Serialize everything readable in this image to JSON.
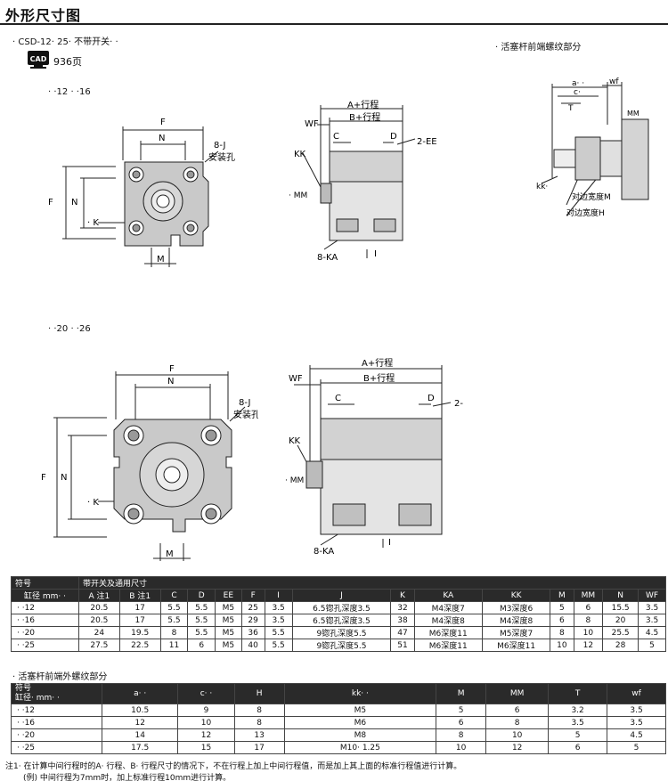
{
  "page": {
    "title": "外形尺寸图",
    "model_line": "· CSD-12· 25· 不带开关· ·",
    "cad_label": "CAD",
    "cad_page": "936页",
    "rod_section_title": "· 活塞杆前端螺纹部分",
    "group1_title": "· ·12 · ·16",
    "group2_title": "· ·20 · ·26"
  },
  "drawing_labels": {
    "F": "F",
    "N": "N",
    "K": "· K",
    "M": "M",
    "hole": "8-J",
    "hole2": "安装孔",
    "A_stroke": "A+行程",
    "B_stroke": "B+行程",
    "WF": "WF",
    "C": "C",
    "D": "D",
    "EE": "2-EE",
    "KK": "KK",
    "MM": "· MM",
    "KA": "8-KA",
    "I": "I",
    "rod_a": "a· ·",
    "rod_wf": "wf",
    "rod_c": "c·",
    "rod_T": "T",
    "rod_MM": "MM",
    "rod_kk": "kk·",
    "rod_M": "对边宽度M",
    "rod_H": "对边宽度H"
  },
  "table1": {
    "header_left": "符号",
    "header_right": "带开关及通用尺寸",
    "bore_label": "缸径 mm·  ·",
    "columns": [
      "A 注1",
      "B 注1",
      "C",
      "D",
      "EE",
      "F",
      "I",
      "J",
      "K",
      "KA",
      "KK",
      "M",
      "MM",
      "N",
      "WF"
    ],
    "rows": [
      {
        "bore": "· ·12",
        "cells": [
          "20.5",
          "17",
          "5.5",
          "5.5",
          "M5",
          "25",
          "3.5",
          "6.5锪孔深度3.5",
          "32",
          "M4深度7",
          "M3深度6",
          "5",
          "6",
          "15.5",
          "3.5"
        ]
      },
      {
        "bore": "· ·16",
        "cells": [
          "20.5",
          "17",
          "5.5",
          "5.5",
          "M5",
          "29",
          "3.5",
          "6.5锪孔深度3.5",
          "38",
          "M4深度8",
          "M4深度8",
          "6",
          "8",
          "20",
          "3.5"
        ]
      },
      {
        "bore": "· ·20",
        "cells": [
          "24",
          "19.5",
          "8",
          "5.5",
          "M5",
          "36",
          "5.5",
          "9锪孔深度5.5",
          "47",
          "M6深度11",
          "M5深度7",
          "8",
          "10",
          "25.5",
          "4.5"
        ]
      },
      {
        "bore": "· ·25",
        "cells": [
          "27.5",
          "22.5",
          "11",
          "6",
          "M5",
          "40",
          "5.5",
          "9锪孔深度5.5",
          "51",
          "M6深度11",
          "M6深度11",
          "10",
          "12",
          "28",
          "5"
        ]
      }
    ]
  },
  "table2": {
    "section_title": "· 活塞杆前端外螺纹部分",
    "header_left": "符号",
    "bore_label": "缸径· mm·  ·",
    "columns": [
      "a·  ·",
      "c·  ·",
      "H",
      "kk·  ·",
      "M",
      "MM",
      "T",
      "wf"
    ],
    "rows": [
      {
        "bore": "· ·12",
        "cells": [
          "10.5",
          "9",
          "8",
          "M5",
          "5",
          "6",
          "3.2",
          "3.5"
        ]
      },
      {
        "bore": "· ·16",
        "cells": [
          "12",
          "10",
          "8",
          "M6",
          "6",
          "8",
          "3.5",
          "3.5"
        ]
      },
      {
        "bore": "· ·20",
        "cells": [
          "14",
          "12",
          "13",
          "M8",
          "8",
          "10",
          "5",
          "4.5"
        ]
      },
      {
        "bore": "· ·25",
        "cells": [
          "17.5",
          "15",
          "17",
          "M10· 1.25",
          "10",
          "12",
          "6",
          "5"
        ]
      }
    ]
  },
  "notes": {
    "note1": "注1· 在计算中间行程时的A· 行程、B· 行程尺寸的情况下，不在行程上加上中间行程值，而是加上其上面的标准行程值进行计算。",
    "note2": "(例) 中间行程为7mm时，加上标准行程10mm进行计算。"
  }
}
